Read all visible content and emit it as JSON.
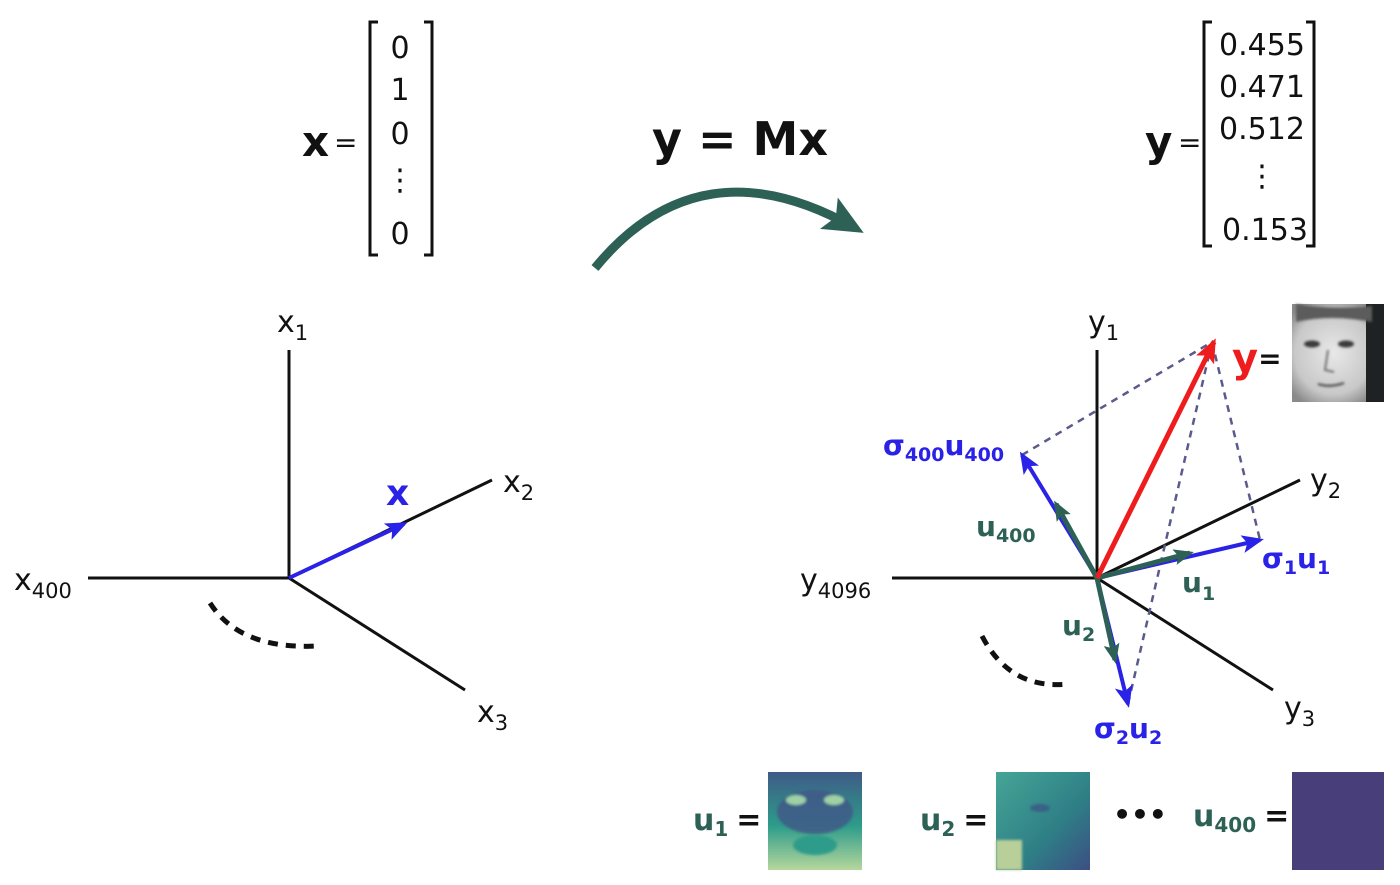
{
  "colors": {
    "axis": "#111111",
    "input_vector": "#2a22e6",
    "output_vector": "#ee1c1c",
    "basis_vector": "#2e6155",
    "scaled_vector": "#2a22e6",
    "dashed_projection": "#5a5a8c",
    "transform_arrow": "#2e6155"
  },
  "left_vector": {
    "name": "x",
    "equals": "=",
    "entries": [
      "0",
      "1",
      "0",
      "⋮",
      "0"
    ]
  },
  "equation": {
    "text": "y = Mx"
  },
  "right_vector": {
    "name": "y",
    "equals": "=",
    "entries": [
      "0.455",
      "0.471",
      "0.512",
      "⋮",
      "0.153"
    ]
  },
  "left_axes": {
    "x1": {
      "base": "x",
      "sub": "1"
    },
    "x2": {
      "base": "x",
      "sub": "2"
    },
    "x3": {
      "base": "x",
      "sub": "3"
    },
    "x400": {
      "base": "x",
      "sub": "400"
    },
    "vector_label": "x"
  },
  "right_axes": {
    "y1": {
      "base": "y",
      "sub": "1"
    },
    "y2": {
      "base": "y",
      "sub": "2"
    },
    "y3": {
      "base": "y",
      "sub": "3"
    },
    "y4096": {
      "base": "y",
      "sub": "4096"
    },
    "y_label": {
      "name": "y",
      "equals": "="
    },
    "u1": {
      "base": "u",
      "sub": "1"
    },
    "u2": {
      "base": "u",
      "sub": "2"
    },
    "u400": {
      "base": "u",
      "sub": "400"
    },
    "s1u1": {
      "sigma": "σ",
      "sigma_sub": "1",
      "u": "u",
      "u_sub": "1"
    },
    "s2u2": {
      "sigma": "σ",
      "sigma_sub": "2",
      "u": "u",
      "u_sub": "2"
    },
    "s400u400": {
      "sigma": "σ",
      "sigma_sub": "400",
      "u": "u",
      "u_sub": "400"
    }
  },
  "basis_images": [
    {
      "label": "u",
      "sub": "1",
      "equals": "="
    },
    {
      "label": "u",
      "sub": "2",
      "equals": "="
    },
    {
      "label": "u",
      "sub": "400",
      "equals": "="
    }
  ],
  "ellipsis": "•••"
}
